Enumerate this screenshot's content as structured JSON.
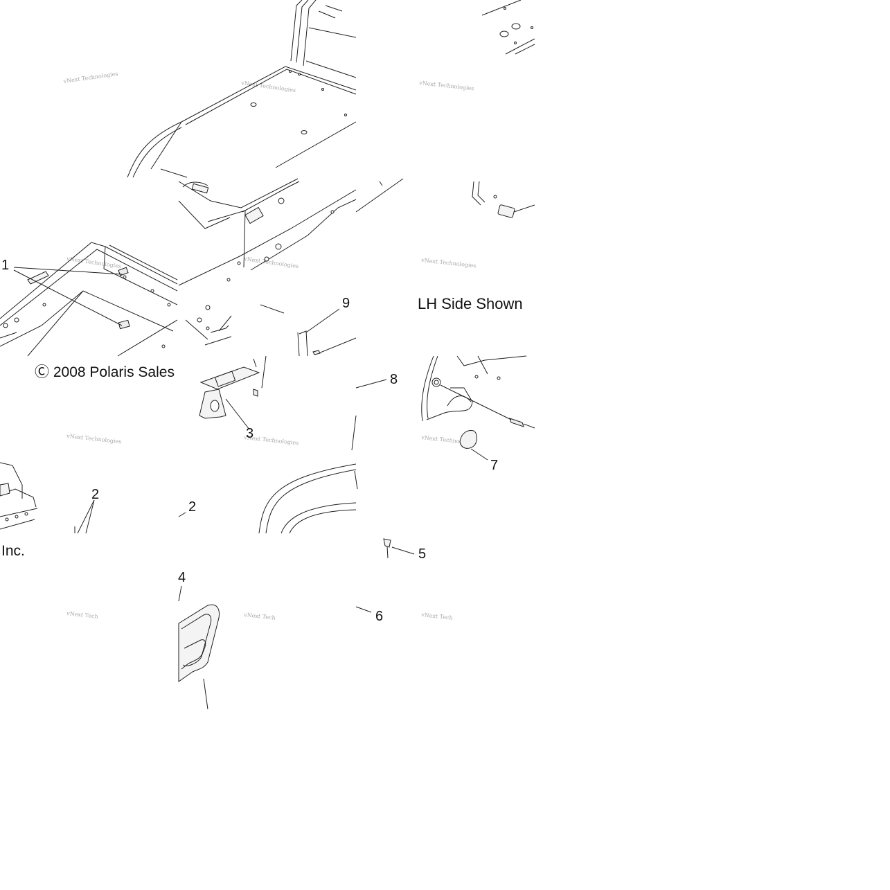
{
  "diagram": {
    "callouts": {
      "c1": "1",
      "c2a": "2",
      "c2b": "2",
      "c3": "3",
      "c4": "4",
      "c5": "5",
      "c6": "6",
      "c7": "7",
      "c8": "8",
      "c9": "9"
    },
    "caption": "LH Side Shown",
    "copyright_part1": "Ⓒ 2008 Polaris Sales",
    "copyright_part2": "Inc.",
    "watermark": "vNext Technologies",
    "watermark_short": "vNext Tech"
  }
}
